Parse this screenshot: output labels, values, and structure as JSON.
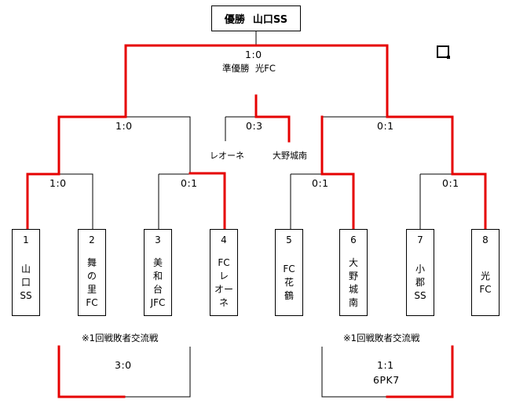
{
  "header": {
    "champion_label": "優勝",
    "champion_team": "山口SS"
  },
  "final": {
    "score": "1:0",
    "runner_up_label": "準優勝",
    "runner_up_team": "光FC"
  },
  "semifinals": [
    {
      "score": "1:0"
    },
    {
      "score": "0:1"
    }
  ],
  "third_place": {
    "score": "0:3",
    "team_left": "レオーネ",
    "team_right": "大野城南"
  },
  "quarterfinals": [
    {
      "score": "1:0"
    },
    {
      "score": "0:1"
    },
    {
      "score": "0:1"
    },
    {
      "score": "0:1"
    }
  ],
  "teams": [
    {
      "number": "1",
      "lines": [
        "山",
        "口",
        "SS"
      ]
    },
    {
      "number": "2",
      "lines": [
        "舞",
        "の",
        "里",
        "FC"
      ]
    },
    {
      "number": "3",
      "lines": [
        "美",
        "和",
        "台",
        "JFC"
      ]
    },
    {
      "number": "4",
      "lines": [
        "FC",
        "レ",
        "オー",
        "ネ"
      ]
    },
    {
      "number": "5",
      "lines": [
        "FC",
        "花",
        "鶴"
      ]
    },
    {
      "number": "6",
      "lines": [
        "大",
        "野",
        "城",
        "南"
      ]
    },
    {
      "number": "7",
      "lines": [
        "小",
        "郡",
        "SS"
      ]
    },
    {
      "number": "8",
      "lines": [
        "光",
        "FC"
      ]
    }
  ],
  "exchange_matches": [
    {
      "title": "※1回戦敗者交流戦",
      "score": "3:0",
      "detail": ""
    },
    {
      "title": "※1回戦敗者交流戦",
      "score": "1:1",
      "detail": "6PK7"
    }
  ],
  "colors": {
    "winner_line": "#e60000",
    "bracket_line": "#000000"
  },
  "icons": {
    "corner": "square-icon"
  }
}
